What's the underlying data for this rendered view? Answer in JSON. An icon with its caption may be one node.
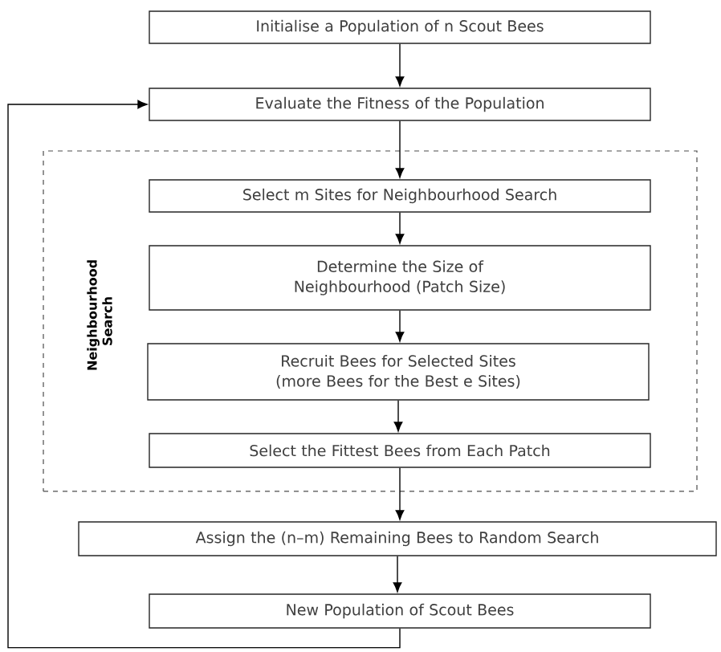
{
  "diagram": {
    "nodes": [
      {
        "text": [
          "Initialise a Population of n Scout Bees"
        ]
      },
      {
        "text": [
          "Evaluate the Fitness of the Population"
        ]
      },
      {
        "text": [
          "Neighbourhood Search"
        ]
      },
      {
        "text": [
          "Select m Sites for Neighbourhood Search"
        ],
        "in": 2
      },
      {
        "text": [
          "Determine the Size of Neighbourhood (Patch Size)"
        ],
        "in": 2
      },
      {
        "text": [
          "Recruit Bees for Selected Sites (more Bees for the Best e Sites)"
        ],
        "in": 2
      },
      {
        "text": [
          "Select the Fittest Bees from Each Patch"
        ],
        "in": 2
      },
      {
        "text": [
          "Assign the (n–m) Remaining Bees to Random Search"
        ]
      },
      {
        "text": [
          "New Population of Scout Bees"
        ]
      }
    ],
    "edges": [
      {
        "from": 0,
        "to": 1,
        "arrow": "to"
      },
      {
        "from": 1,
        "to": 3,
        "arrow": "to"
      },
      {
        "from": 3,
        "to": 4,
        "arrow": "to"
      },
      {
        "from": 4,
        "to": 5,
        "arrow": "to"
      },
      {
        "from": 5,
        "to": 6,
        "arrow": "to"
      },
      {
        "from": 6,
        "to": 7,
        "arrow": "to"
      },
      {
        "from": 7,
        "to": 8,
        "arrow": "to"
      },
      {
        "from": 8,
        "to": 1,
        "arrow": "to"
      }
    ]
  }
}
